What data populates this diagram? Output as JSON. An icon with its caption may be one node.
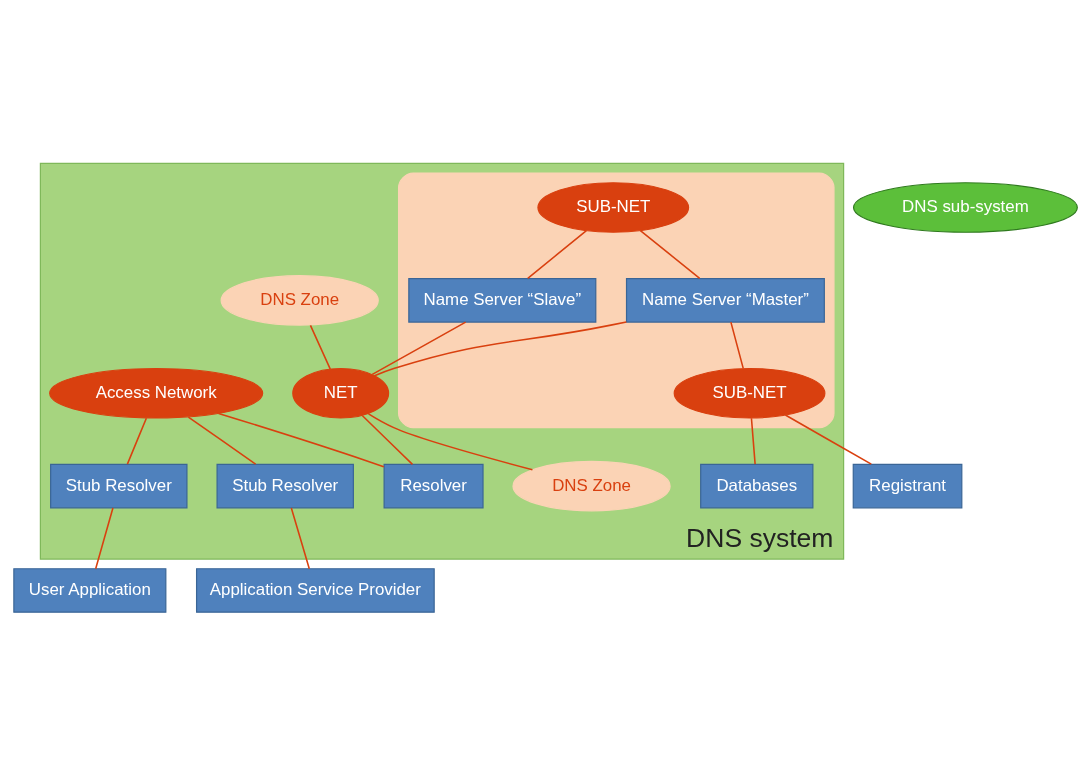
{
  "diagram": {
    "nodes": [
      {
        "text": [
          "DNS system"
        ]
      },
      {
        "text": [],
        "shape": "cloud",
        "in": 0
      },
      {
        "text": [
          "SUB-NET"
        ],
        "in": 1
      },
      {
        "text": [
          "Name Server “Slave”"
        ],
        "in": 1
      },
      {
        "text": [
          "Name Server “Master”"
        ],
        "in": 1
      },
      {
        "text": [
          "SUB-NET"
        ],
        "in": 1
      },
      {
        "text": [
          "Registrant"
        ]
      },
      {
        "text": [
          "Databases"
        ],
        "in": 0
      },
      {
        "text": [
          "DNS Zone"
        ],
        "in": 0
      },
      {
        "text": [
          "NET"
        ],
        "in": 0
      },
      {
        "text": [
          "DNS Zone"
        ],
        "in": 0
      },
      {
        "text": [
          "Access Network"
        ],
        "in": 0
      },
      {
        "text": [
          "Resolver"
        ],
        "in": 0
      },
      {
        "text": [
          "Stub Resolver"
        ],
        "in": 0
      },
      {
        "text": [
          "Stub Resolver"
        ],
        "in": 0
      },
      {
        "text": [
          "User Application"
        ]
      },
      {
        "text": [
          "Application Service Provider"
        ]
      },
      {
        "text": [
          "DNS sub-system"
        ]
      }
    ],
    "edges": [
      {
        "from": 2,
        "to": 3,
        "arrow": "none"
      },
      {
        "from": 2,
        "to": 4,
        "arrow": "none"
      },
      {
        "from": 4,
        "to": 5,
        "arrow": "none"
      },
      {
        "from": 5,
        "to": 6,
        "arrow": "none"
      },
      {
        "from": 5,
        "to": 7,
        "arrow": "none"
      },
      {
        "from": 3,
        "to": 9,
        "arrow": "none"
      },
      {
        "from": 4,
        "to": 9,
        "arrow": "none"
      },
      {
        "from": 8,
        "to": 9,
        "arrow": "none"
      },
      {
        "from": 9,
        "to": 10,
        "arrow": "none"
      },
      {
        "from": 9,
        "to": 12,
        "arrow": "none"
      },
      {
        "from": 11,
        "to": 12,
        "arrow": "none"
      },
      {
        "from": 11,
        "to": 13,
        "arrow": "none"
      },
      {
        "from": 11,
        "to": 14,
        "arrow": "none"
      },
      {
        "from": 13,
        "to": 15,
        "arrow": "none"
      },
      {
        "from": 14,
        "to": 16,
        "arrow": "none"
      }
    ]
  }
}
